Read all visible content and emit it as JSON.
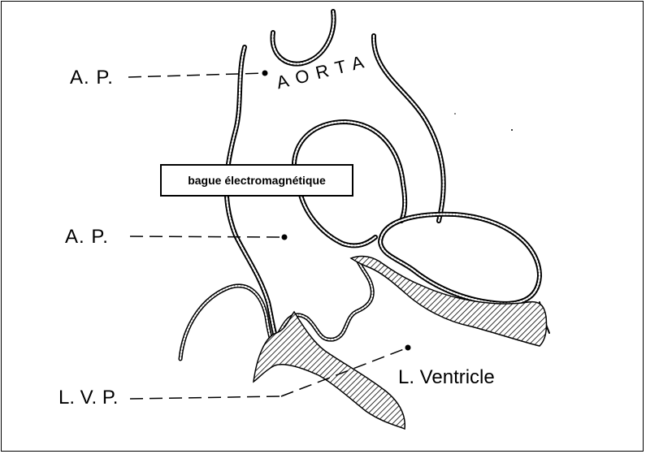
{
  "labels": {
    "ap_top": "A. P.",
    "ap_bottom": "A. P.",
    "aorta": "AORTA",
    "lvp": "L. V. P.",
    "l_ventricle": "L. Ventricle"
  },
  "callout": {
    "text": "bague électromagnétique"
  },
  "style": {
    "ink": "#000000",
    "background": "#ffffff"
  }
}
